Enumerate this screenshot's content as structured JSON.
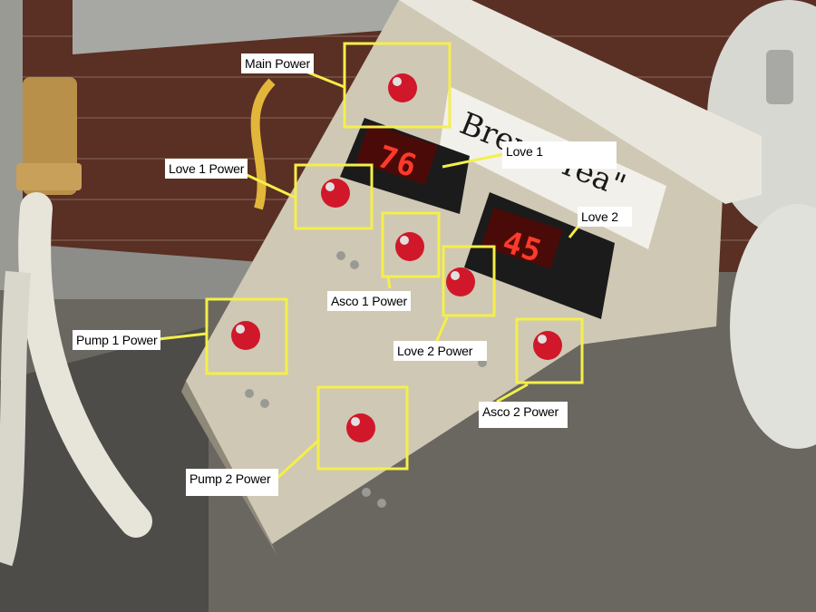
{
  "labels": {
    "main_power": "Main Power",
    "love1_power": "Love 1 Power",
    "love1": "Love 1",
    "love2": "Love 2",
    "asco1_power": "Asco 1 Power",
    "pump1_power": "Pump 1 Power",
    "love2_power": "Love 2 Power",
    "asco2_power": "Asco 2 Power",
    "pump2_power": "Pump 2 Power"
  },
  "displays": {
    "love1_reading": "76",
    "love2_reading": "45"
  },
  "sign_text": "Brew \"Tea\"",
  "colors": {
    "highlight": "#f4ef4a",
    "button_red": "#d0182a",
    "display_red": "#ff3a2a",
    "panel": "#cfc8b4",
    "brick": "#5a2f24",
    "concrete": "#6a6760"
  }
}
